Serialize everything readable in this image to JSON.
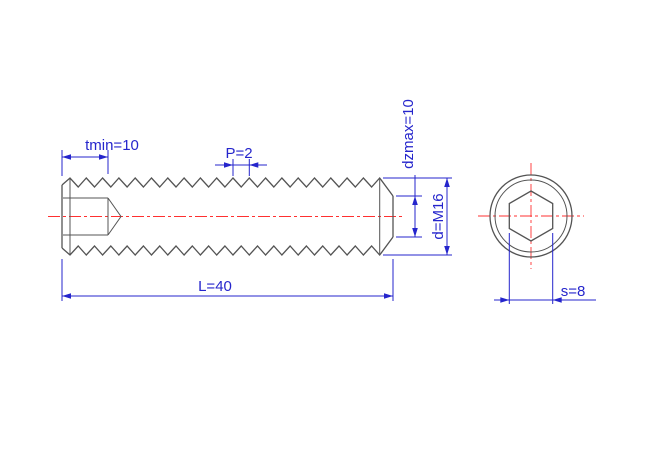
{
  "drawing": {
    "labels": {
      "tmin": "tmin=10",
      "pitch": "P=2",
      "dzmax": "dzmax=10",
      "diameter": "d=M16",
      "length": "L=40",
      "socket": "s=8"
    },
    "colors": {
      "dimension": "#2525cc",
      "centerline": "#ff3030",
      "outline": "#545454",
      "background": "#ffffff"
    }
  }
}
